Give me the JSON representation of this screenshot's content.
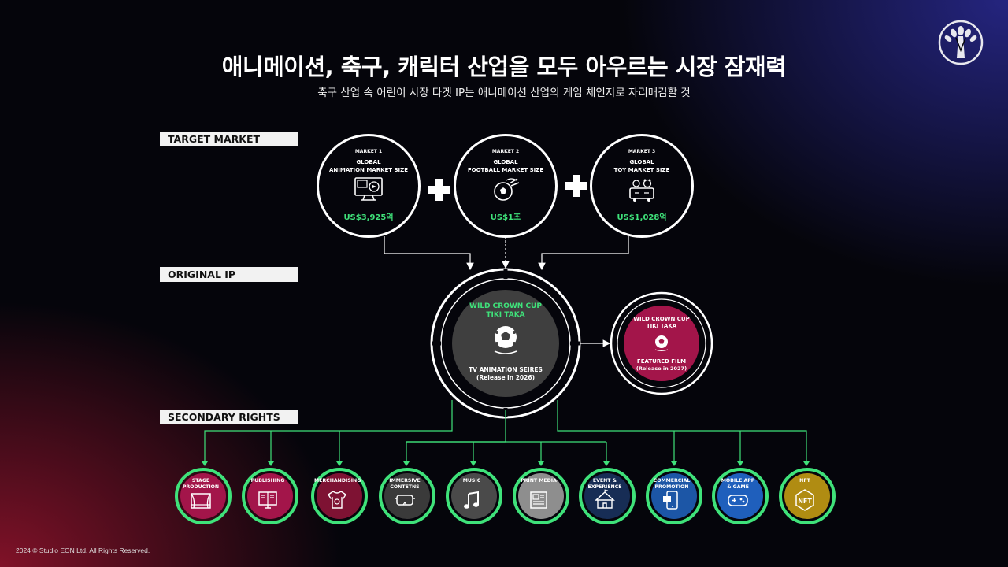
{
  "title": "애니메이션, 축구, 캐릭터 산업을 모두 아우르는 시장 잠재력",
  "subtitle": "축구 산업 속 어린이 시장 타겟 IP는 애니메이션 산업의 게임 체인저로 자리매김할 것",
  "sections": {
    "target_market": "TARGET MARKET",
    "original_ip": "ORIGINAL IP",
    "secondary_rights": "SECONDARY RIGHTS"
  },
  "markets": [
    {
      "num": "MARKET 1",
      "name_l1": "GLOBAL",
      "name_l2": "ANIMATION MARKET SIZE",
      "value": "US$3,925억",
      "icon": "monitor-icon"
    },
    {
      "num": "MARKET 2",
      "name_l1": "GLOBAL",
      "name_l2": "FOOTBALL MARKET SIZE",
      "value": "US$1조",
      "icon": "soccer-ball-icon"
    },
    {
      "num": "MARKET 3",
      "name_l1": "GLOBAL",
      "name_l2": "TOY MARKET SIZE",
      "value": "US$1,028억",
      "icon": "toy-box-icon"
    }
  ],
  "ip_main": {
    "name_l1": "WILD CROWN CUP",
    "name_l2": "TIKI TAKA",
    "type": "TV ANIMATION SEIRES",
    "release": "(Release in 2026)"
  },
  "ip_film": {
    "name_l1": "WILD CROWN CUP",
    "name_l2": "TIKI TAKA",
    "type": "FEATURED FILM",
    "release": "(Release in 2027)"
  },
  "rights": [
    {
      "l1": "STAGE",
      "l2": "PRODUCTION",
      "color": "#a3154a",
      "icon": "stage-icon"
    },
    {
      "l1": "PUBLISHING",
      "l2": "",
      "color": "#a3154a",
      "icon": "book-icon"
    },
    {
      "l1": "MERCHANDISING",
      "l2": "",
      "color": "#7e1233",
      "icon": "tshirt-icon"
    },
    {
      "l1": "IMMERSIVE",
      "l2": "CONTETNS",
      "color": "#3a3a3a",
      "icon": "vr-headset-icon"
    },
    {
      "l1": "MUSIC",
      "l2": "",
      "color": "#4a4a4a",
      "icon": "music-note-icon"
    },
    {
      "l1": "PRINT MEDIA",
      "l2": "",
      "color": "#8e8e8e",
      "icon": "newspaper-icon"
    },
    {
      "l1": "EVENT &",
      "l2": "EXPERIENCE",
      "color": "#172d55",
      "icon": "tent-icon"
    },
    {
      "l1": "COMMERCIAL",
      "l2": "PROMOTION",
      "color": "#1c56a6",
      "icon": "phone-promo-icon"
    },
    {
      "l1": "MOBILE  APP",
      "l2": "& GAME",
      "color": "#1f5fbc",
      "icon": "gamepad-icon"
    },
    {
      "l1": "NFT",
      "l2": "",
      "color": "#b08c12",
      "icon": "nft-icon"
    }
  ],
  "footer": "2024 © Studio EON Ltd. All Rights Reserved."
}
